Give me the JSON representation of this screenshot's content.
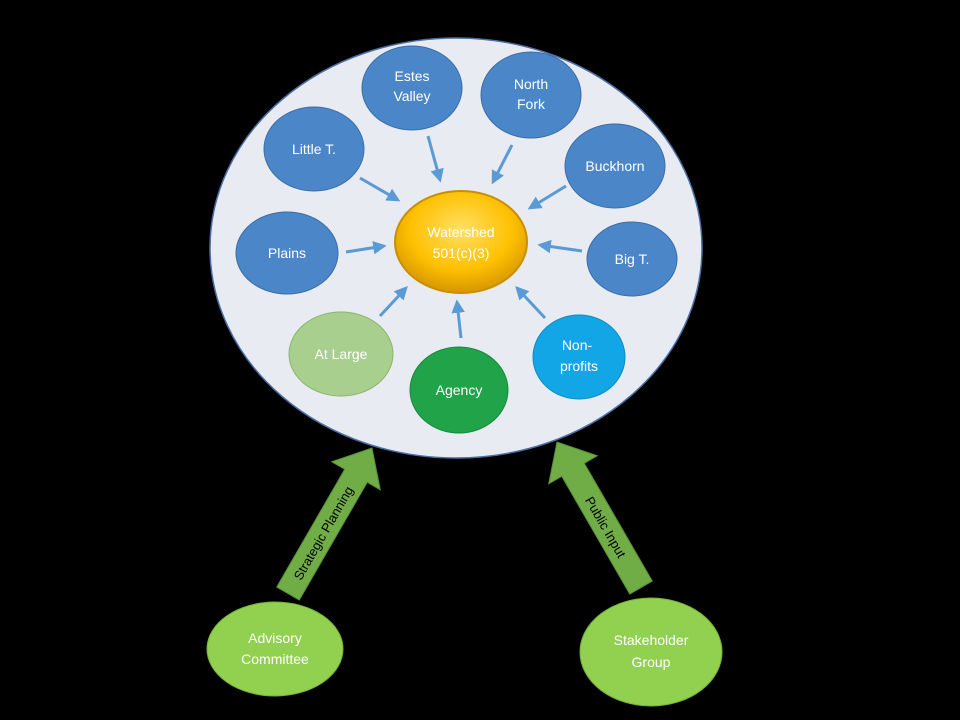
{
  "center": {
    "label_line1": "Watershed",
    "label_line2": "501(c)(3)"
  },
  "groups": {
    "estes_valley": [
      "Estes",
      "Valley"
    ],
    "north_fork": [
      "North",
      "Fork"
    ],
    "little_t": "Little T.",
    "buckhorn": "Buckhorn",
    "plains": "Plains",
    "big_t": "Big T.",
    "at_large": "At Large",
    "agency": "Agency",
    "nonprofits": [
      "Non-",
      "profits"
    ]
  },
  "feeders": {
    "advisory": [
      "Advisory",
      "Committee"
    ],
    "stakeholder": [
      "Stakeholder",
      "Group"
    ]
  },
  "flows": {
    "strategic": "Strategic Planning",
    "public": "Public Input"
  },
  "colors": {
    "background": "#000000",
    "outer_circle": "#e8ebf1",
    "blue_node": "#4a86c8",
    "light_green_node": "#a9cf8e",
    "green_node": "#21a34a",
    "cyan_node": "#12a6e6",
    "center_gold": "#ffc000",
    "arrow_blue": "#5b9bd5",
    "feeder_green": "#92d050",
    "flow_arrow_green": "#70ad47"
  }
}
